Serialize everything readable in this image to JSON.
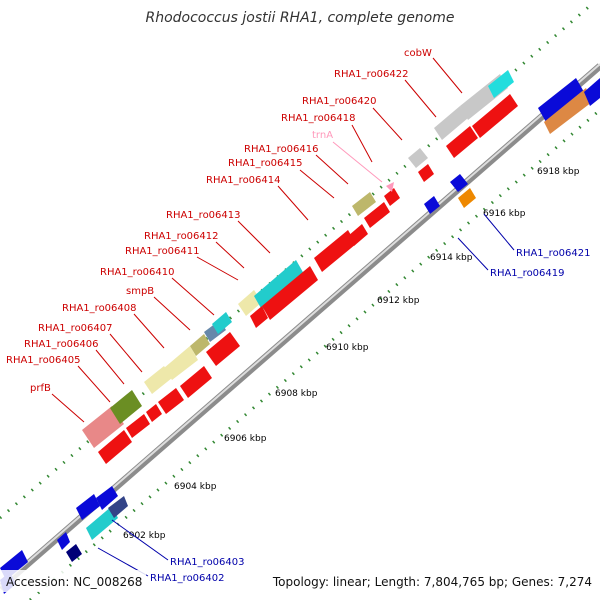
{
  "title": "Rhodococcus jostii RHA1, complete genome",
  "accession": "Accession: NC_008268",
  "summary": "Topology: linear; Length: 7,804,765 bp; Genes: 7,274",
  "colors": {
    "forward_label": "#cc0000",
    "reverse_label": "#0000aa",
    "trna_label": "#ff99bb",
    "backbone": "#999999",
    "tick": "#338833"
  },
  "ticks": [
    "6902 kbp",
    "6904 kbp",
    "6906 kbp",
    "6908 kbp",
    "6910 kbp",
    "6912 kbp",
    "6914 kbp",
    "6916 kbp",
    "6918 kbp"
  ],
  "forward_labels": [
    "cobW",
    "RHA1_ro06422",
    "RHA1_ro06420",
    "RHA1_ro06418",
    "RHA1_ro06416",
    "RHA1_ro06415",
    "RHA1_ro06414",
    "RHA1_ro06413",
    "RHA1_ro06412",
    "RHA1_ro06411",
    "RHA1_ro06410",
    "smpB",
    "RHA1_ro06408",
    "RHA1_ro06407",
    "RHA1_ro06406",
    "RHA1_ro06405",
    "prfB"
  ],
  "trna_label": "trnA",
  "reverse_labels": [
    "RHA1_ro06421",
    "RHA1_ro06419",
    "RHA1_ro06403",
    "RHA1_ro06402"
  ]
}
